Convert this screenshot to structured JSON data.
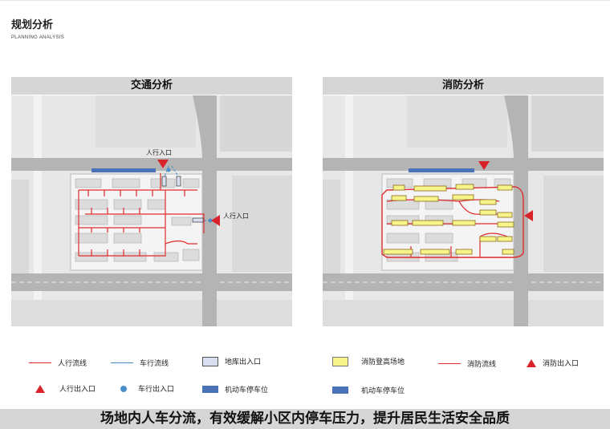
{
  "header": {
    "title": "规划分析",
    "subtitle": "PLANNING ANALYSIS"
  },
  "left_panel": {
    "title": "交通分析",
    "labels": {
      "north_entrance": "人行入口",
      "east_entrance": "人行入口"
    },
    "legend": {
      "pedestrian_flow": "人行流线",
      "vehicle_flow": "车行流线",
      "garage_entrance": "地库出入口",
      "pedestrian_gate": "人行出入口",
      "vehicle_gate": "车行出入口",
      "parking": "机动车停车位"
    }
  },
  "right_panel": {
    "title": "消防分析",
    "legend": {
      "fire_site": "消防登高场地",
      "fire_route": "消防流线",
      "fire_gate": "消防出入口",
      "parking": "机动车停车位"
    }
  },
  "banner": "场地内人车分流，有效缓解小区内停车压力，提升居民生活安全品质",
  "colors": {
    "pedestrian": "#e12b2b",
    "vehicle": "#4a8ecb",
    "parking": "#4a72b8",
    "fire_site": "#f7f58a",
    "gate": "#d8232a"
  }
}
